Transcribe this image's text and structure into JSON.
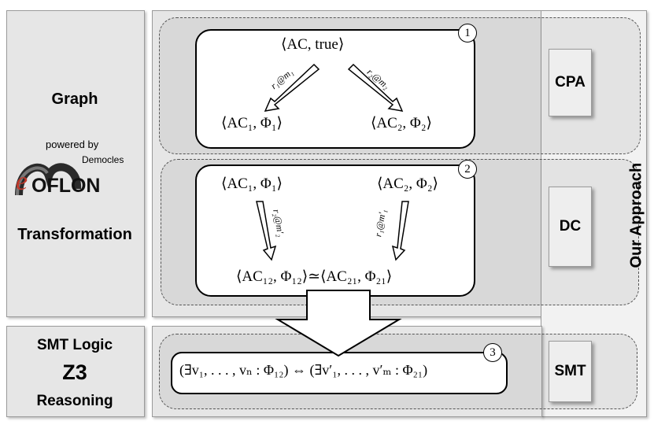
{
  "left_panel": {
    "top_label": "Graph",
    "powered_by": "powered by",
    "democles": "Democles",
    "logo_e": "e",
    "logo_text": "OFLON",
    "bottom_label": "Transformation"
  },
  "smt_panel": {
    "line1": "SMT Logic",
    "line2": "Z3",
    "line3": "Reasoning"
  },
  "side_label": "Our Approach",
  "tags": {
    "cpa": "CPA",
    "dc": "DC",
    "smt": "SMT"
  },
  "box1": {
    "number": "1",
    "top": "⟨AC, true⟩",
    "left": "⟨AC₁, Φ₁⟩",
    "right": "⟨AC₂, Φ₂⟩",
    "arrow_left_label": "r₁@m₁",
    "arrow_right_label": "r₂@m₂"
  },
  "box2": {
    "number": "2",
    "left": "⟨AC₁, Φ₁⟩",
    "right": "⟨AC₂, Φ₂⟩",
    "bottom": "⟨AC₁₂, Φ₁₂⟩≃⟨AC₂₁, Φ₂₁⟩",
    "arrow_left_label": "r₂@m′₂",
    "arrow_right_label": "r₁@m′₁"
  },
  "box3": {
    "number": "3",
    "formula": "(∃v₁, . . . , vₙ : Φ₁₂) ⇔ (∃v′₁, . . . , v′ₘ : Φ₂₁)"
  }
}
